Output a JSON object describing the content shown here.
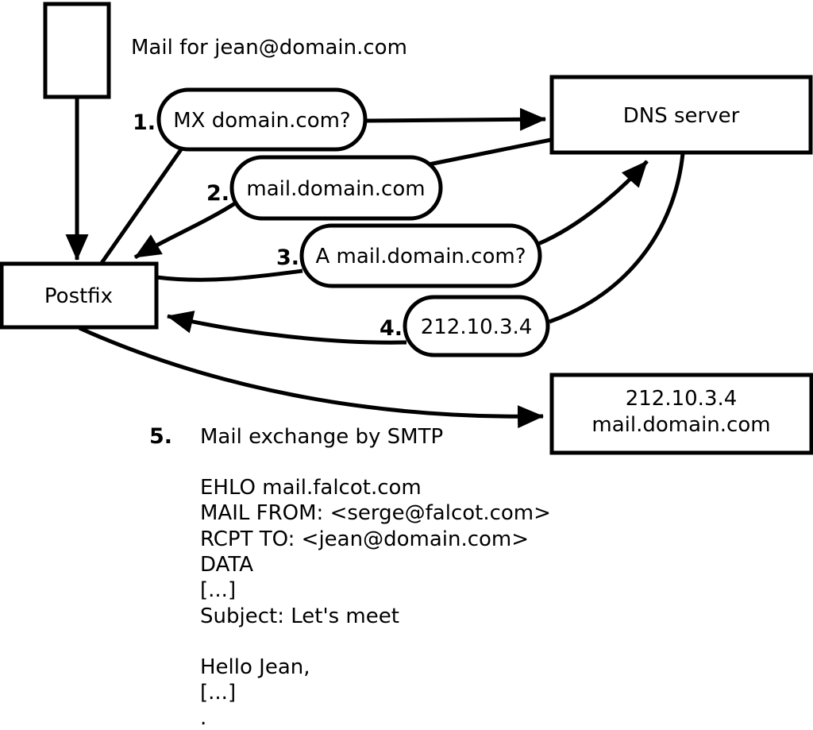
{
  "diagram": {
    "note": "Mail for jean@domain.com",
    "nodes": {
      "postfix": {
        "label": "Postfix"
      },
      "dns_server": {
        "label": "DNS server"
      },
      "mail_server": {
        "ip": "212.10.3.4",
        "hostname": "mail.domain.com"
      }
    },
    "steps": [
      {
        "number": "1.",
        "label": "MX domain.com?"
      },
      {
        "number": "2.",
        "label": "mail.domain.com"
      },
      {
        "number": "3.",
        "label": "A mail.domain.com?"
      },
      {
        "number": "4.",
        "label": "212.10.3.4"
      },
      {
        "number": "5.",
        "label": "Mail exchange by SMTP"
      }
    ],
    "smtp_session": {
      "lines": [
        "EHLO mail.falcot.com",
        "MAIL FROM: <serge@falcot.com>",
        "RCPT TO: <jean@domain.com>",
        "DATA",
        "[...]",
        "Subject: Let's meet",
        "",
        "Hello Jean,",
        "[...]",
        "."
      ]
    },
    "colors": {
      "stroke": "#000000",
      "background": "#ffffff"
    }
  }
}
